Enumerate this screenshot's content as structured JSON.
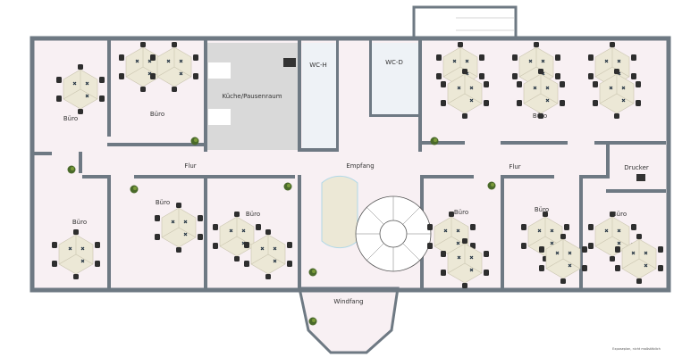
{
  "plan": {
    "colors": {
      "wall": "#6e7983",
      "floor": "#f8f0f3",
      "tile": "#d9d9d9",
      "desk": "#ece8d6",
      "chair": "#2e2e2e",
      "plant": "#4a6a2a"
    },
    "rooms": [
      {
        "label": "Büro"
      },
      {
        "label": "Büro"
      },
      {
        "label": "Küche/Pausenraum"
      },
      {
        "label": "WC-H"
      },
      {
        "label": "WC-D"
      },
      {
        "label": "Büro"
      },
      {
        "label": "Flur"
      },
      {
        "label": "Empfang"
      },
      {
        "label": "Flur"
      },
      {
        "label": "Drucker"
      },
      {
        "label": "Büro"
      },
      {
        "label": "Büro"
      },
      {
        "label": "Büro"
      },
      {
        "label": "Büro"
      },
      {
        "label": "Büro"
      },
      {
        "label": "Büro"
      },
      {
        "label": "Windfang"
      }
    ],
    "caption": "Exposeplan, nicht maßstäblich"
  }
}
